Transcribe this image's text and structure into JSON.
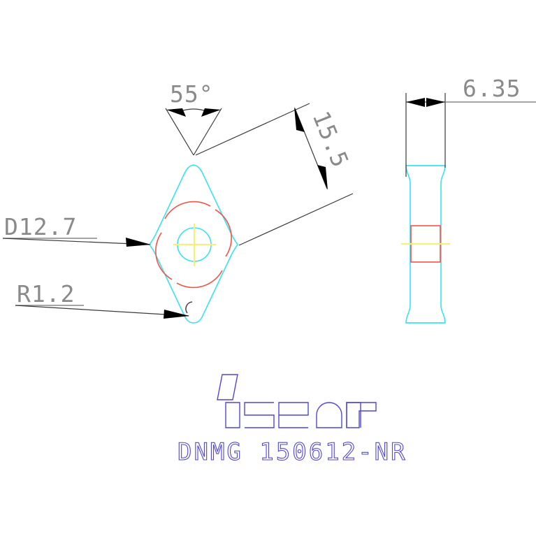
{
  "drawing": {
    "background_color": "#ffffff",
    "title": "DNMG 150612-NR",
    "brand": "iscar",
    "colors": {
      "outline": "#39e2f0",
      "chipbreaker": "#f4544a",
      "centerline": "#f5f07a",
      "dimension": "#6f6f6f",
      "arrow": "#000000",
      "logo": "#4f46d8"
    }
  },
  "dimensions": {
    "angle": {
      "label": "55°",
      "value": 55,
      "unit": "degrees",
      "name": "included-angle"
    },
    "length": {
      "label": "15.5",
      "value": 15.5,
      "unit": "mm",
      "name": "cutting-edge-length"
    },
    "inscribed_circle": {
      "label": "D12.7",
      "value": 12.7,
      "unit": "mm",
      "name": "inscribed-circle-diameter"
    },
    "corner_radius": {
      "label": "R1.2",
      "value": 1.2,
      "unit": "mm",
      "name": "corner-radius"
    },
    "thickness": {
      "label": "6.35",
      "value": 6.35,
      "unit": "mm",
      "name": "insert-thickness"
    }
  },
  "views": {
    "front": {
      "name": "front-view",
      "description": "rhombic insert 55 degree diamond with central mounting hole"
    },
    "side": {
      "name": "side-view",
      "description": "insert thickness profile with hole section"
    }
  },
  "labels": {
    "part_number": "DNMG 150612-NR",
    "logo": "iscar"
  }
}
